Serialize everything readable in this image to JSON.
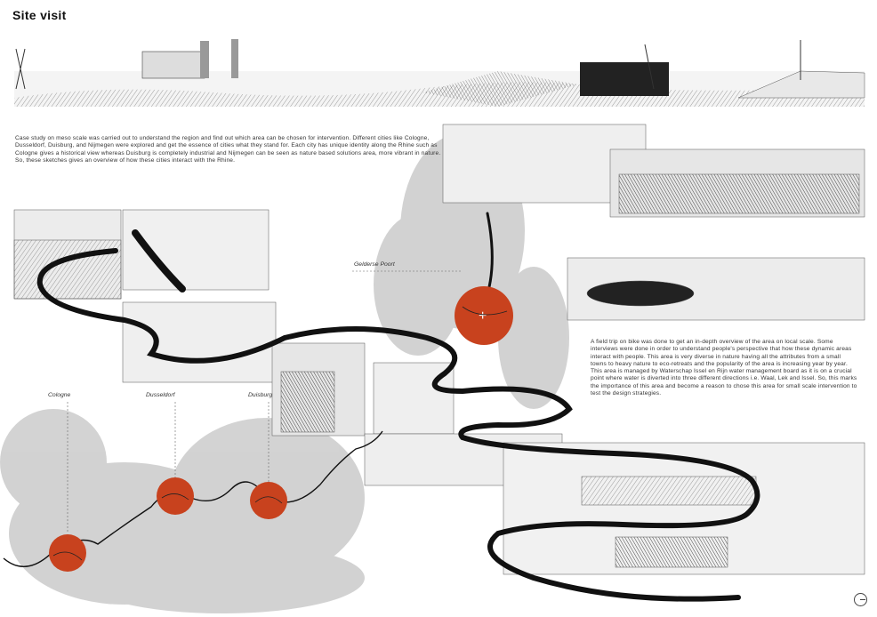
{
  "title": "Site visit",
  "paragraph_meso": "Case study on meso scale was carried out to understand the region and find out which area can be chosen for intervention. Different cities like Cologne, Dusseldorf, Duisburg, and Nijmegen were explored and get the essence of cities what they stand for. Each city has unique identity along the Rhine such as Cologne gives a historical view whereas Duisburg is completely industrial and Nijmegen can be seen as nature based solutions area, more vibrant in nature. So, these sketches gives an overview of how these cities interact with the Rhine.",
  "paragraph_local": "A field trip on bike was done to get an in-depth overview of the area on local scale. Some interviews were done in order to understand people's perspective that how these dynamic areas interact with people. This area is very diverse in nature having all the attributes from a small towns to heavy nature to eco-retreats and the popularity of the area is increasing year by year. This area is managed by Waterschap Issel en Rijn water management board as it is on a crucial point where water is diverted into three different directions i.e. Waal, Lek and Issel. So, this marks the importance of this area and become a reason to chose this area for small scale intervention to test the design strategies.",
  "labels": {
    "gelderse": "Gelderse Poort",
    "cologne": "Cologne",
    "dusseldorf": "Dusseldorf",
    "duisburg": "Duisburg"
  },
  "colors": {
    "accent": "#c8421e",
    "ink": "#111111",
    "map_gray": "#bdbdbd"
  }
}
